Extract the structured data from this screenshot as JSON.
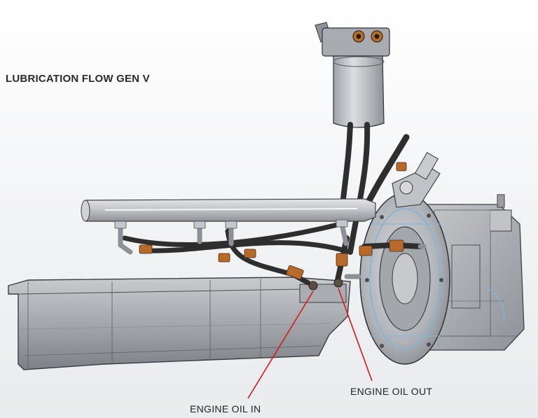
{
  "diagram": {
    "title": "LUBRICATION FLOW GEN V",
    "callouts": {
      "engine_oil_out": "ENGINE OIL OUT",
      "engine_oil_in": "ENGINE OIL IN"
    },
    "colors": {
      "leader_line": "#d01b1b",
      "hose": "#2e2e2e",
      "fitting": "#b86a2a",
      "metal": "#b9bcc1",
      "housing_accent": "#7fb6d8"
    }
  }
}
